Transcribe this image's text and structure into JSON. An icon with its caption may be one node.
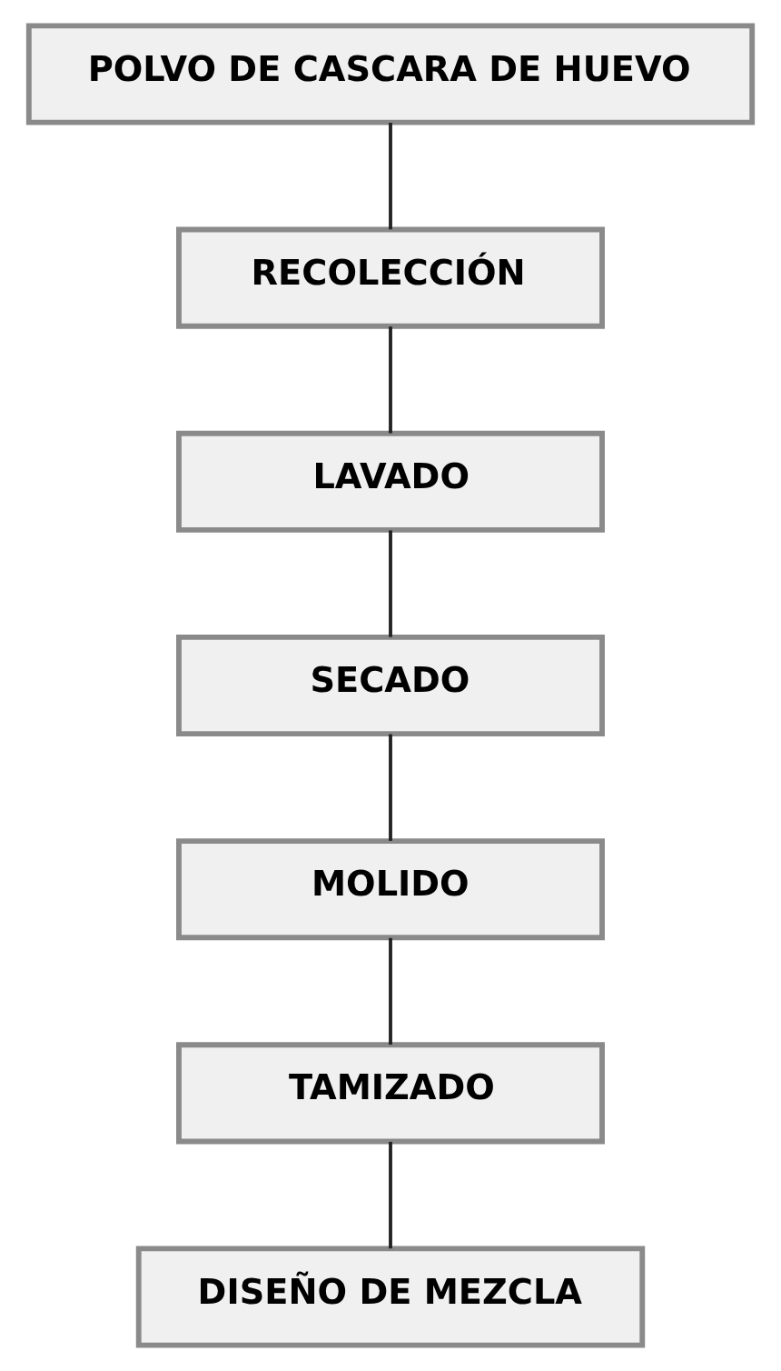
{
  "diagram": {
    "nodes": [
      {
        "text": [
          "POLVO DE CASCARA DE HUEVO"
        ]
      },
      {
        "text": [
          "RECOLECCIÓN"
        ]
      },
      {
        "text": [
          "LAVADO"
        ]
      },
      {
        "text": [
          "SECADO"
        ]
      },
      {
        "text": [
          "MOLIDO"
        ]
      },
      {
        "text": [
          "TAMIZADO"
        ]
      },
      {
        "text": [
          "DISEÑO DE MEZCLA"
        ]
      }
    ],
    "edges": [
      {
        "from": 0,
        "to": 1,
        "arrow": "none"
      },
      {
        "from": 1,
        "to": 2,
        "arrow": "none"
      },
      {
        "from": 2,
        "to": 3,
        "arrow": "none"
      },
      {
        "from": 3,
        "to": 4,
        "arrow": "none"
      },
      {
        "from": 4,
        "to": 5,
        "arrow": "none"
      },
      {
        "from": 5,
        "to": 6,
        "arrow": "none"
      }
    ]
  }
}
